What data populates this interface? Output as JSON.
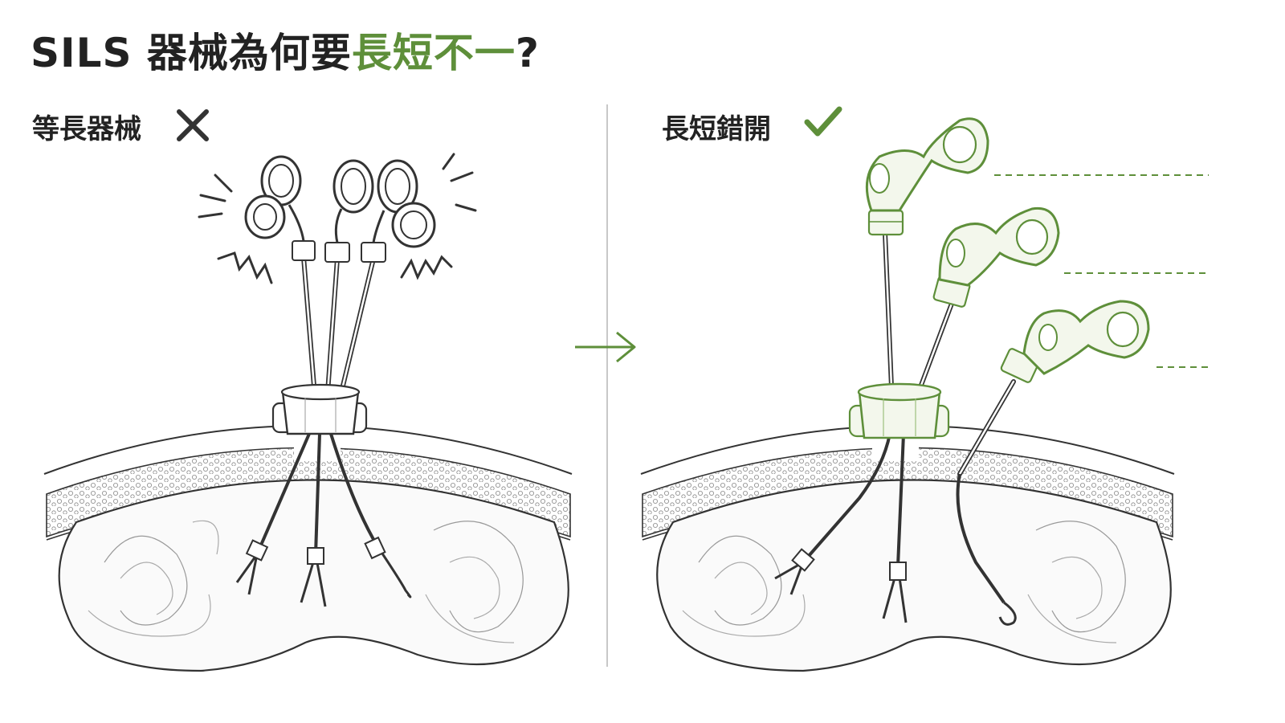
{
  "title": {
    "prefix": "SILS 器械為何要",
    "highlight": "長短不一",
    "suffix": "?"
  },
  "left_panel": {
    "label": "等長器械",
    "verdict_icon": "cross-icon"
  },
  "right_panel": {
    "label": "長短錯開",
    "verdict_icon": "check-icon"
  },
  "colors": {
    "accent": "#5e8f3a",
    "ink": "#222222",
    "divider": "#c8c8c8",
    "tissue_fill": "#fafafa"
  }
}
